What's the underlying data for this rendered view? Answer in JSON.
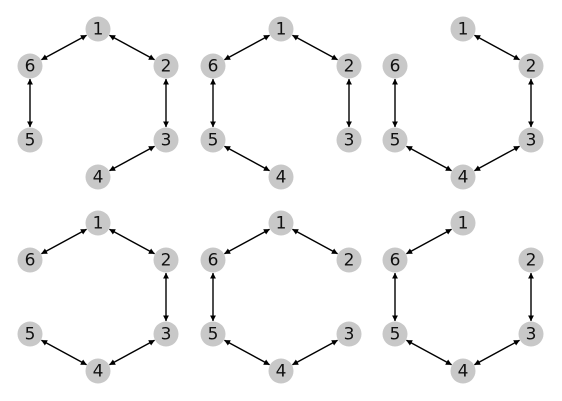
{
  "colors": {
    "node_fill": "#c8c8c8",
    "edge": "#000000",
    "label": "#111111",
    "background": "#ffffff"
  },
  "node_labels": [
    "1",
    "2",
    "3",
    "4",
    "5",
    "6"
  ],
  "panels": [
    {
      "edges": [
        [
          "1",
          "6"
        ],
        [
          "1",
          "2"
        ],
        [
          "6",
          "5"
        ],
        [
          "2",
          "3"
        ],
        [
          "3",
          "4"
        ]
      ]
    },
    {
      "edges": [
        [
          "1",
          "6"
        ],
        [
          "1",
          "2"
        ],
        [
          "6",
          "5"
        ],
        [
          "2",
          "3"
        ],
        [
          "5",
          "4"
        ]
      ]
    },
    {
      "edges": [
        [
          "1",
          "2"
        ],
        [
          "2",
          "3"
        ],
        [
          "3",
          "4"
        ],
        [
          "4",
          "5"
        ],
        [
          "6",
          "5"
        ]
      ]
    },
    {
      "edges": [
        [
          "1",
          "6"
        ],
        [
          "1",
          "2"
        ],
        [
          "2",
          "3"
        ],
        [
          "3",
          "4"
        ],
        [
          "4",
          "5"
        ]
      ]
    },
    {
      "edges": [
        [
          "1",
          "6"
        ],
        [
          "1",
          "2"
        ],
        [
          "6",
          "5"
        ],
        [
          "5",
          "4"
        ],
        [
          "4",
          "3"
        ]
      ]
    },
    {
      "edges": [
        [
          "1",
          "6"
        ],
        [
          "6",
          "5"
        ],
        [
          "5",
          "4"
        ],
        [
          "4",
          "3"
        ],
        [
          "2",
          "3"
        ]
      ]
    }
  ]
}
